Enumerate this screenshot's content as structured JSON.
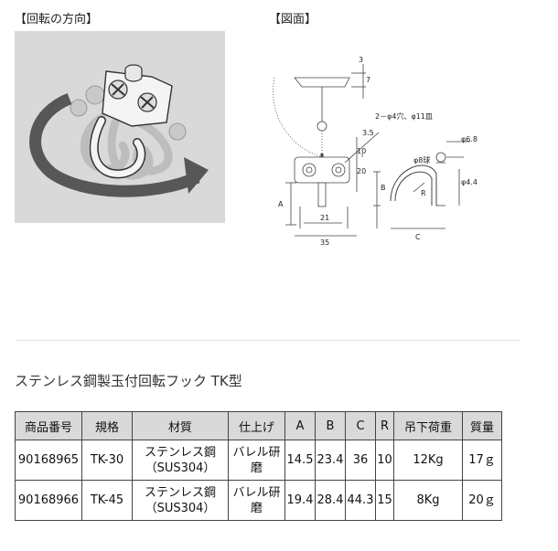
{
  "captions": {
    "rotation": "【回転の方向】",
    "drawing": "【図面】"
  },
  "drawing_labels": {
    "dim_3": "3",
    "dim_7": "7",
    "holes_note": "2－φ4穴、φ11皿",
    "dim_3_5": "3.5",
    "dim_10": "10",
    "dim_20": "20",
    "dim_A": "A",
    "dim_B": "B",
    "dim_21": "21",
    "dim_35": "35",
    "dim_phi6_8": "φ6.8",
    "dim_phi8_ball": "φ8球",
    "dim_R": "R",
    "dim_phi4_4": "φ4.4",
    "dim_C": "C"
  },
  "product_title": "ステンレス鋼製玉付回転フック TK型",
  "table": {
    "headers": [
      "商品番号",
      "規格",
      "材質",
      "仕上げ",
      "A",
      "B",
      "C",
      "R",
      "吊下荷重",
      "質量"
    ],
    "rows": [
      [
        "90168965",
        "TK-30",
        "ステンレス鋼\n（SUS304）",
        "バレル研\n磨",
        "14.5",
        "23.4",
        "36",
        "10",
        "12Kg",
        "17ｇ"
      ],
      [
        "90168966",
        "TK-45",
        "ステンレス鋼\n（SUS304）",
        "バレル研\n磨",
        "19.4",
        "28.4",
        "44.3",
        "15",
        "8Kg",
        "20ｇ"
      ]
    ]
  }
}
